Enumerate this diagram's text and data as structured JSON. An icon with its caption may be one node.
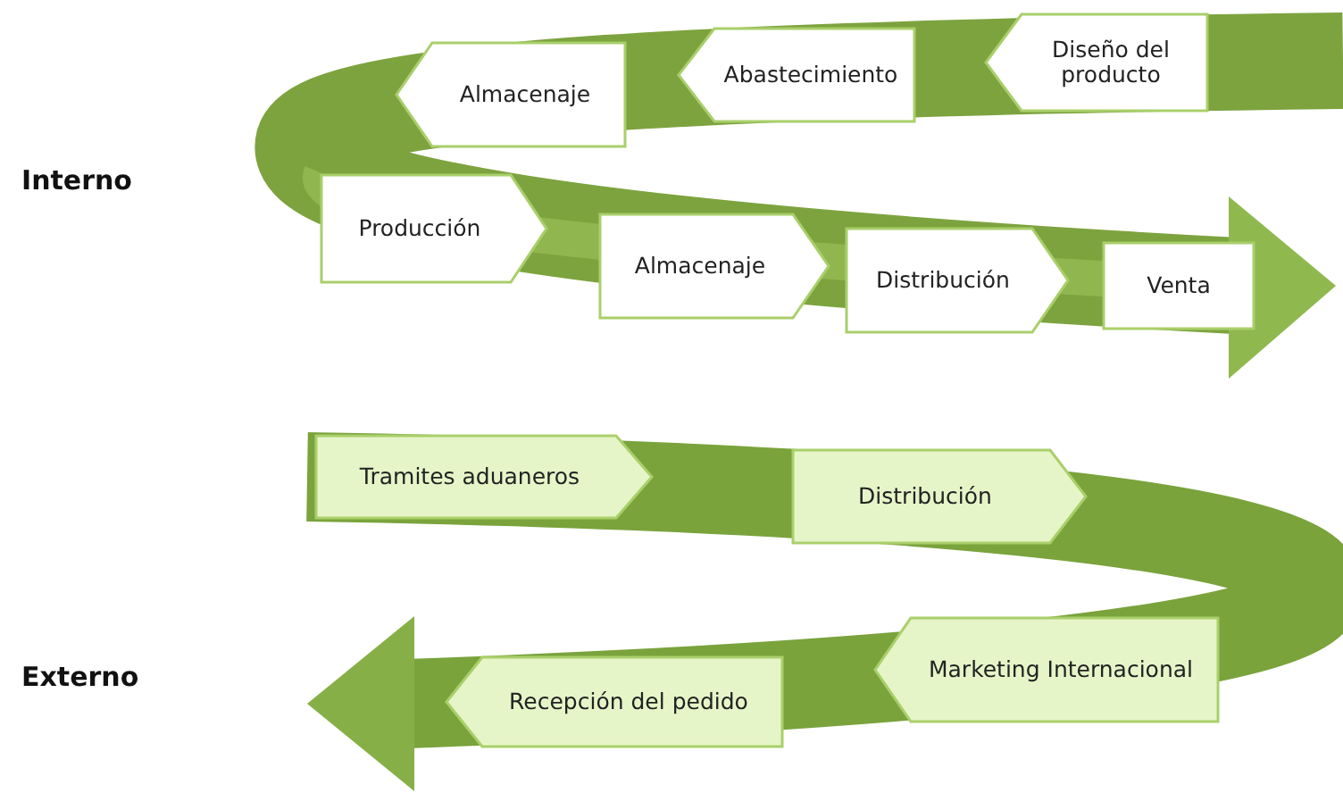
{
  "diagram": {
    "nodes": [
      {
        "text": [
          "Diseño del producto"
        ]
      },
      {
        "text": [
          "Abastecimiento"
        ]
      },
      {
        "text": [
          "Almacenaje"
        ]
      },
      {
        "text": [
          "Producción"
        ]
      },
      {
        "text": [
          "Almacenaje"
        ]
      },
      {
        "text": [
          "Distribución"
        ]
      },
      {
        "text": [
          "Venta"
        ]
      },
      {
        "text": [
          "Tramites aduaneros"
        ]
      },
      {
        "text": [
          "Distribución"
        ]
      },
      {
        "text": [
          "Marketing Internacional"
        ]
      },
      {
        "text": [
          "Recepción del pedido"
        ]
      }
    ],
    "labels": [
      "Interno",
      "Externo"
    ]
  }
}
